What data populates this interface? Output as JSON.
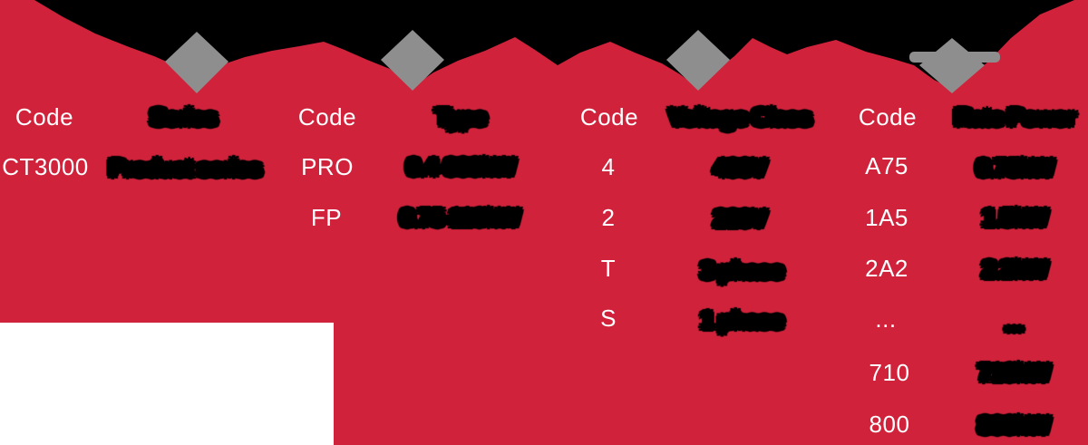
{
  "colors": {
    "background": "#FFFFFF",
    "panel_red": "#D0223B",
    "band_black": "#000000",
    "arrow_gray": "#8E8E8E",
    "code_text": "#FFFFFF",
    "value_text": "#000000"
  },
  "columns": [
    {
      "code_header": "Code",
      "name_header": "Series",
      "rows": [
        {
          "code": "CT3000",
          "value": "Product series"
        }
      ]
    },
    {
      "code_header": "Code",
      "name_header": "Type",
      "rows": [
        {
          "code": "PRO",
          "value": "0.4-660kW"
        },
        {
          "code": "FP",
          "value": "0.75-110kW"
        }
      ]
    },
    {
      "code_header": "Code",
      "name_header": "Voltage Class",
      "rows": [
        {
          "code": "4",
          "value": "400V"
        },
        {
          "code": "2",
          "value": "220V"
        },
        {
          "code": "T",
          "value": "3 phase"
        },
        {
          "code": "S",
          "value": "1 phase"
        }
      ]
    },
    {
      "code_header": "Code",
      "name_header": "Rate Power",
      "rows": [
        {
          "code": "A75",
          "value": "0.75kW"
        },
        {
          "code": "1A5",
          "value": "1.5kW"
        },
        {
          "code": "2A2",
          "value": "2.2kW"
        },
        {
          "code": "...",
          "value": "..."
        },
        {
          "code": "710",
          "value": "710kW"
        },
        {
          "code": "800",
          "value": "800kW"
        }
      ]
    }
  ]
}
